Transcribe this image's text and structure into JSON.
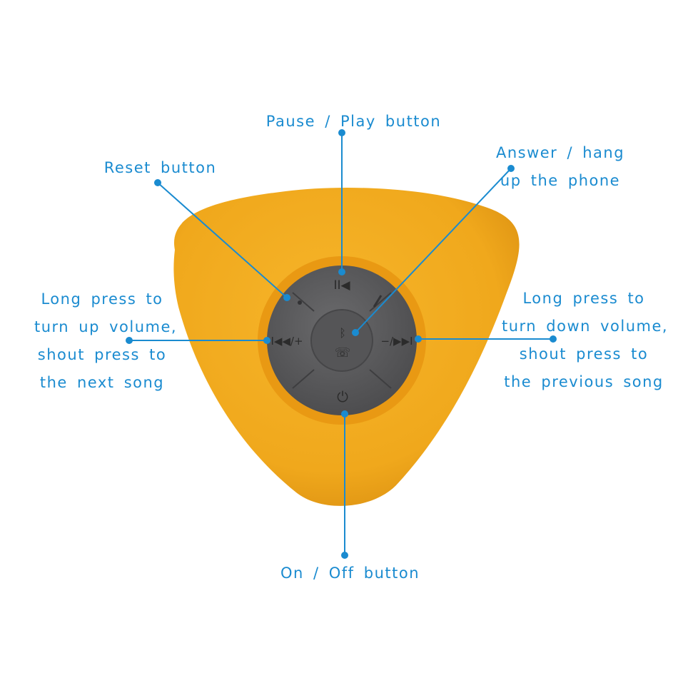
{
  "labels": {
    "pause_play": [
      "Pause / Play button"
    ],
    "reset": [
      "Reset button"
    ],
    "answer": [
      "Answer / hang",
      "up the phone"
    ],
    "volume_up": [
      "Long press to",
      "turn up volume,",
      "shout press to",
      "the next song"
    ],
    "volume_down": [
      "Long press to",
      "turn down volume,",
      "shout press to",
      "the previous song"
    ],
    "on_off": [
      "On / Off button"
    ]
  },
  "controls": {
    "play_pause_glyph": "II◀",
    "next_glyph": "I◀◀/+",
    "prev_glyph": "−/▶▶I",
    "bluetooth_glyph": "ᛒ",
    "phone_glyph": "☏",
    "power_glyph": "⏻"
  },
  "colors": {
    "accent": "#1a8bd0",
    "body": "#f0a81c",
    "panel": "#5a5a5c",
    "ring": "#e89712"
  }
}
